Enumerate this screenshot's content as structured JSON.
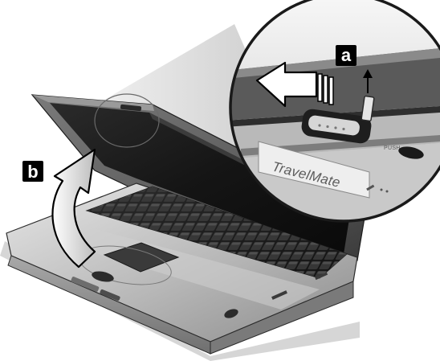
{
  "callouts": {
    "a": "a",
    "b": "b"
  },
  "brand": {
    "label": "TravelMate"
  },
  "latch": {
    "label": "PUSH"
  },
  "icons": {
    "slide_arrow": "arrow-left-icon",
    "lift_arrow": "arrow-up-icon",
    "open_arrow": "curved-arrow-up-icon"
  },
  "colors": {
    "ink": "#000000",
    "badge_bg": "#000000",
    "badge_text": "#ffffff",
    "body_light": "#d7d7d7",
    "body_mid": "#9b9b9b",
    "body_dark": "#4d4d4d"
  }
}
